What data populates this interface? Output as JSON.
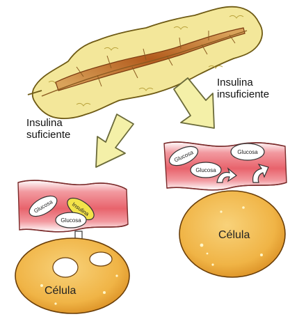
{
  "labels": {
    "insufficient_line1": "Insulina",
    "insufficient_line2": "insuficiente",
    "sufficient_line1": "Insulina",
    "sufficient_line2": "suficiente",
    "glucose": "Glucosa",
    "insulin": "Insulina",
    "cell": "Célula"
  },
  "colors": {
    "pancreas": "#f3e79a",
    "pancreas_duct": "#9a4e1c",
    "arrow": "#f4f0a8",
    "vessel": "#e9747a",
    "cell": "#f0b446"
  }
}
